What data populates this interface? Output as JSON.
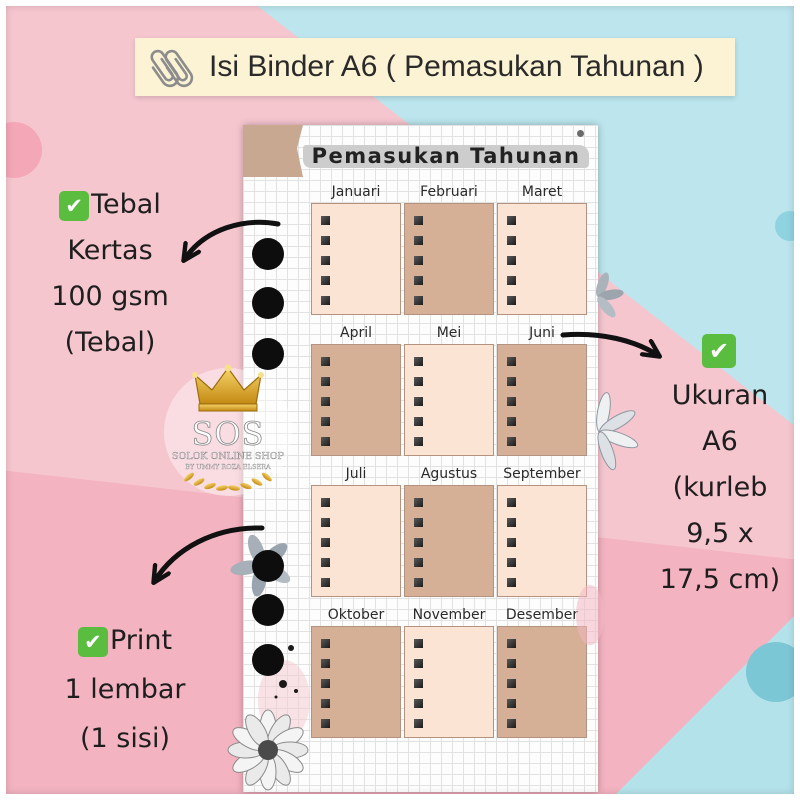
{
  "title_banner": {
    "text": "Isi Binder A6 ( Pemasukan Tahunan )",
    "icon": "paperclip-icon",
    "background": "#fcf3d4"
  },
  "sheet": {
    "header": "Pemasukan Tahunan",
    "checkbox_icon": "checkbox-icon",
    "months": [
      {
        "label": "Januari",
        "fill": "#fbe4d4"
      },
      {
        "label": "Februari",
        "fill": "#d5b096"
      },
      {
        "label": "Maret",
        "fill": "#fbe4d4"
      },
      {
        "label": "April",
        "fill": "#d5b096"
      },
      {
        "label": "Mei",
        "fill": "#fbe4d4"
      },
      {
        "label": "Juni",
        "fill": "#d5b096"
      },
      {
        "label": "Juli",
        "fill": "#fbe4d4"
      },
      {
        "label": "Agustus",
        "fill": "#d5b096"
      },
      {
        "label": "September",
        "fill": "#fbe4d4"
      },
      {
        "label": "Oktober",
        "fill": "#d5b096"
      },
      {
        "label": "November",
        "fill": "#fbe4d4"
      },
      {
        "label": "Desember",
        "fill": "#d5b096"
      }
    ]
  },
  "notes": {
    "paper": {
      "icon": "check-icon",
      "lines": [
        "Tebal",
        "Kertas",
        "100 gsm",
        "(Tebal)"
      ]
    },
    "size": {
      "icon": "check-icon",
      "lines": [
        "Ukuran",
        "A6",
        "(kurleb",
        "9,5 x",
        "17,5 cm)"
      ]
    },
    "print": {
      "icon": "check-icon",
      "lines": [
        "Print",
        "1 lembar",
        "(1 sisi)"
      ]
    }
  },
  "logo": {
    "icon": "crown-icon",
    "monogram": "SOS",
    "name": "SOLOK ONLINE SHOP",
    "byline": "BY UMMY ROZA ELSERA"
  },
  "colors": {
    "background_pink": "#f6c6cf",
    "background_blue": "#bce5ed",
    "check_green": "#5bbd3f",
    "light_box": "#fbe4d4",
    "tan_box": "#d5b096",
    "gold": "#d9a321"
  }
}
